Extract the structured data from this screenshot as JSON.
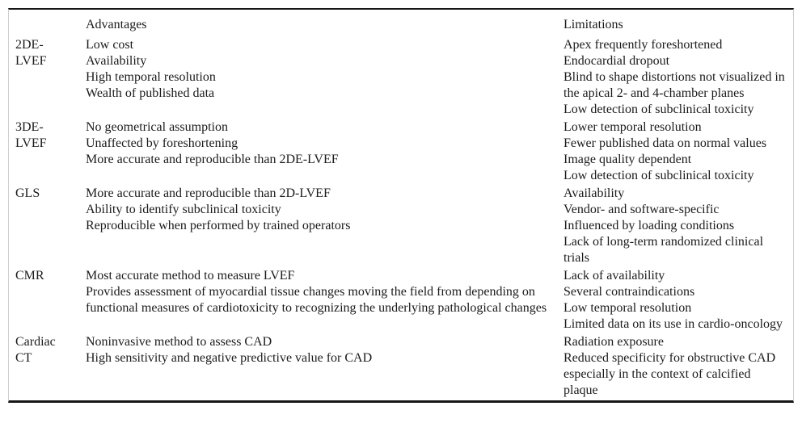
{
  "table": {
    "header": {
      "modality": "",
      "advantages": "Advantages",
      "limitations": "Limitations"
    },
    "rows": [
      {
        "modality": "2DE-LVEF",
        "advantages": [
          "Low cost",
          "Availability",
          "High temporal resolution",
          "Wealth of published data"
        ],
        "limitations": [
          "Apex frequently foreshortened",
          "Endocardial dropout",
          "Blind to shape distortions not visualized in the apical 2- and 4-chamber planes",
          "Low detection of subclinical toxicity"
        ]
      },
      {
        "modality": "3DE-LVEF",
        "advantages": [
          "No geometrical assumption",
          "Unaffected by foreshortening",
          "More accurate and reproducible than 2DE-LVEF"
        ],
        "limitations": [
          "Lower temporal resolution",
          "Fewer published data on normal values",
          "Image quality dependent",
          "Low detection of subclinical toxicity"
        ]
      },
      {
        "modality": "GLS",
        "advantages": [
          "More accurate and reproducible than 2D-LVEF",
          "Ability to identify subclinical toxicity",
          "Reproducible when performed by trained operators"
        ],
        "limitations": [
          "Availability",
          "Vendor- and software-specific",
          "Influenced by loading conditions",
          "Lack of long-term randomized clinical trials"
        ]
      },
      {
        "modality": "CMR",
        "advantages": [
          "Most accurate method to measure LVEF",
          "Provides assessment of myocardial tissue changes moving the field from depending on functional measures of cardiotoxicity to recognizing the underlying pathological changes"
        ],
        "limitations": [
          "Lack of availability",
          "Several contraindications",
          "Low temporal resolution",
          "Limited data on its use in cardio-oncology"
        ]
      },
      {
        "modality": "Cardiac CT",
        "advantages": [
          "Noninvasive method to assess CAD",
          "High sensitivity and negative predictive value for CAD"
        ],
        "limitations": [
          "Radiation exposure",
          "Reduced specificity for obstructive CAD especially in the context of calcified plaque"
        ]
      }
    ]
  },
  "colors": {
    "text": "#1b1b1b",
    "rule_dark": "#161616",
    "rule_light": "#cfcfcf",
    "background": "#ffffff"
  }
}
